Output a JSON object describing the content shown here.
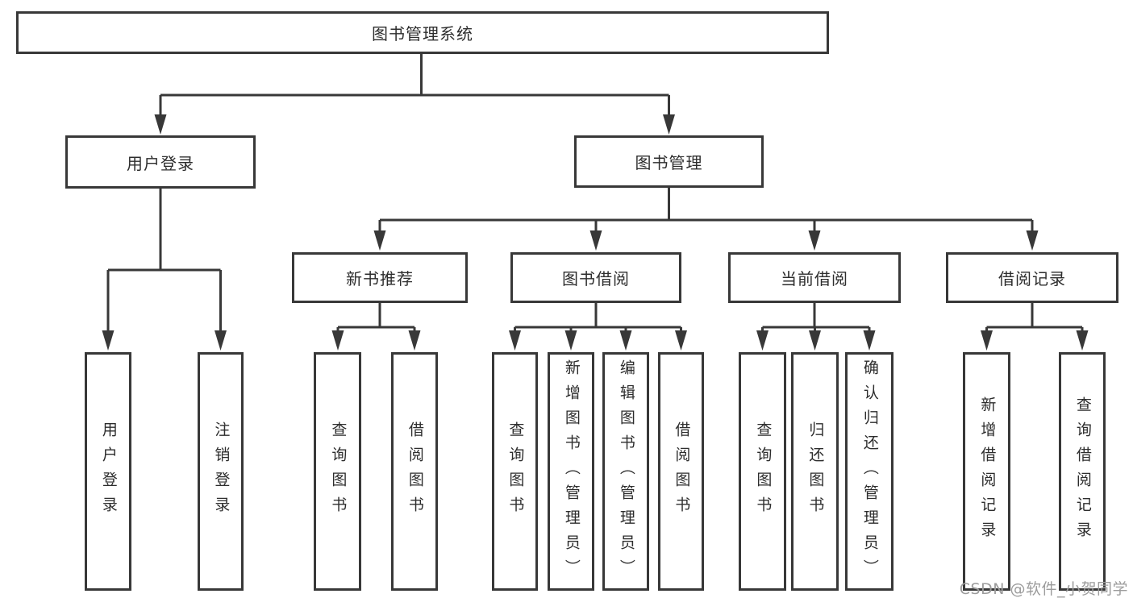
{
  "diagram": {
    "root": {
      "label": "图书管理系统",
      "children": [
        {
          "label": "用户登录",
          "children": [
            {
              "label": "用户登录"
            },
            {
              "label": "注销登录"
            }
          ]
        },
        {
          "label": "图书管理",
          "children": [
            {
              "label": "新书推荐",
              "children": [
                {
                  "label": "查询图书"
                },
                {
                  "label": "借阅图书"
                }
              ]
            },
            {
              "label": "图书借阅",
              "children": [
                {
                  "label": "查询图书"
                },
                {
                  "label": "新增图书（管理员）"
                },
                {
                  "label": "编辑图书（管理员）"
                },
                {
                  "label": "借阅图书"
                }
              ]
            },
            {
              "label": "当前借阅",
              "children": [
                {
                  "label": "查询图书"
                },
                {
                  "label": "归还图书"
                },
                {
                  "label": "确认归还（管理员）"
                }
              ]
            },
            {
              "label": "借阅记录",
              "children": [
                {
                  "label": "新增借阅记录"
                },
                {
                  "label": "查询借阅记录"
                }
              ]
            }
          ]
        }
      ]
    }
  },
  "watermark": {
    "text": "CSDN @软件_小贺同学"
  },
  "colors": {
    "line": "#383838",
    "text": "#2d2d2d",
    "background": "#ffffff",
    "watermark": "#9c9c9c"
  }
}
